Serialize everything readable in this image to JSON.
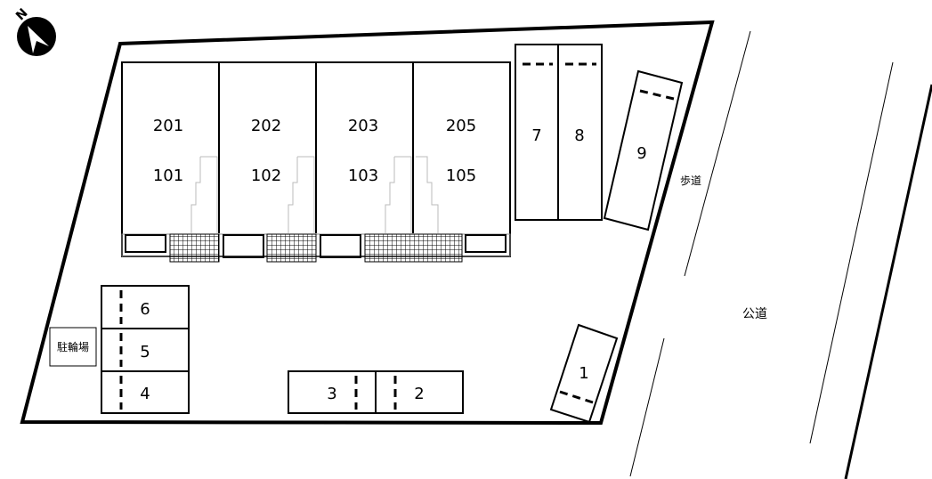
{
  "compass": {
    "label": "N"
  },
  "units": [
    {
      "upper": "201",
      "lower": "101"
    },
    {
      "upper": "202",
      "lower": "102"
    },
    {
      "upper": "203",
      "lower": "103"
    },
    {
      "upper": "205",
      "lower": "105"
    }
  ],
  "parking": {
    "space_1": "1",
    "space_2": "2",
    "space_3": "3",
    "space_4": "4",
    "space_5": "5",
    "space_6": "6",
    "space_7": "7",
    "space_8": "8",
    "space_9": "9"
  },
  "bicycle_parking": "駐輪場",
  "sidewalk": "歩道",
  "public_road": "公道"
}
